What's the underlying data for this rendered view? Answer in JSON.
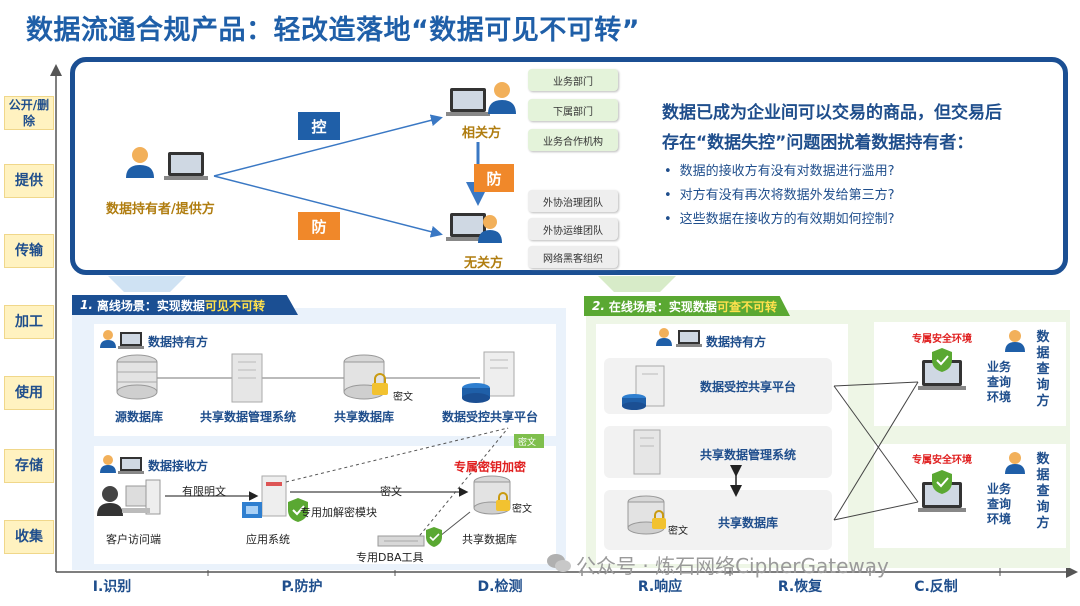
{
  "title": "数据流通合规产品：轻改造落地“数据可见不可转”",
  "stages": [
    "公开/删除",
    "提供",
    "传输",
    "加工",
    "使用",
    "存储",
    "收集"
  ],
  "x_labels": [
    "I.识别",
    "P.防护",
    "D.检测",
    "R.响应",
    "R.恢复",
    "C.反制"
  ],
  "top": {
    "holder_label": "数据持有者/提供方",
    "control_badge": "控",
    "guard_badge_1": "防",
    "guard_badge_2": "防",
    "related_label": "相关方",
    "unrelated_label": "无关方",
    "related_tags": [
      "业务部门",
      "下属部门",
      "业务合作机构"
    ],
    "unrelated_tags": [
      "外协治理团队",
      "外协运维团队",
      "网络黑客组织"
    ],
    "headline_1": "数据已成为企业间可以交易的商品，但交易后",
    "headline_2": "存在“数据失控”问题困扰着数据持有者：",
    "bullets": [
      "数据的接收方有没有对数据进行滥用?",
      "对方有没有再次将数据外发给第三方?",
      "这些数据在接收方的有效期如何控制?"
    ]
  },
  "offline": {
    "banner_num": "1.",
    "banner_text": "离线场景：实现数据",
    "banner_hl": "可见不可转",
    "holder": "数据持有方",
    "items": [
      "源数据库",
      "共享数据管理系统",
      "共享数据库",
      "数据受控共享平台"
    ],
    "cipher_1": "密文",
    "cipher_tag": "密文",
    "receiver": "数据接收方",
    "client": "客户访问端",
    "limited_plain": "有限明文",
    "app": "应用系统",
    "crypto_module": "专用加解密模块",
    "cipher_2": "密文",
    "exclusive_key": "专属密钥加密",
    "shared_db": "共享数据库",
    "cipher_3": "密文",
    "dba_tool": "专用DBA工具"
  },
  "online": {
    "banner_num": "2.",
    "banner_text": "在线场景：实现数据",
    "banner_hl": "可查不可转",
    "holder": "数据持有方",
    "platform": "数据受控共享平台",
    "mgmt": "共享数据管理系统",
    "shared_db": "共享数据库",
    "cipher": "密文",
    "env_1_title": "专属安全环境",
    "env_2_title": "专属安全环境",
    "biz_env": "业务查询环境",
    "data_env": "数据查询方"
  },
  "watermark": "公众号 · 炼石网络CipherGateway",
  "colors": {
    "primary_blue": "#1f5fa8",
    "dark_blue": "#1b4f93",
    "orange": "#f0882a",
    "red": "#e02020",
    "green_shield": "#5aa832",
    "gold": "#b07d10"
  }
}
